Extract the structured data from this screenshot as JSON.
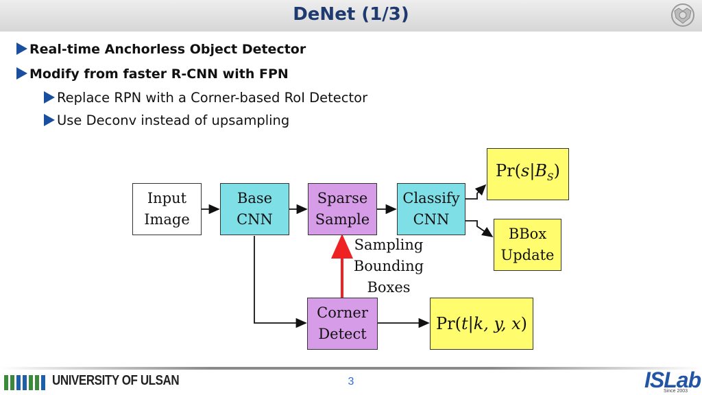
{
  "slide": {
    "title": "DeNet (1/3)",
    "page_number": "3"
  },
  "bullets": [
    {
      "text": "Real-time Anchorless Object Detector",
      "level": 1
    },
    {
      "text": "Modify from faster R-CNN with FPN",
      "level": 1
    },
    {
      "text": "Replace RPN with a Corner-based RoI Detector",
      "level": 2
    },
    {
      "text": "Use Deconv instead of upsampling",
      "level": 2
    }
  ],
  "diagram": {
    "input": {
      "line1": "Input",
      "line2": "Image"
    },
    "base": {
      "line1": "Base",
      "line2": "CNN"
    },
    "sparse": {
      "line1": "Sparse",
      "line2": "Sample"
    },
    "classify": {
      "line1": "Classify",
      "line2": "CNN"
    },
    "bbox": {
      "line1": "BBox",
      "line2": "Update"
    },
    "corner": {
      "line1": "Corner",
      "line2": "Detect"
    },
    "sampling_note": {
      "line1": "Sampling",
      "line2": "Bounding",
      "line3": "Boxes"
    },
    "formula_top": {
      "func": "Pr",
      "open": "(",
      "var1": "s",
      "bar": "|",
      "var2": "B",
      "sub": "S",
      "close": ")"
    },
    "formula_bottom": {
      "func": "Pr",
      "open": "(",
      "var1": "t",
      "bar": "|",
      "rest": "k, y, x",
      "close": ")"
    }
  },
  "colors": {
    "title": "#1e3a6e",
    "bullet_marker": "#1a4fa0",
    "box_cyan": "#7fdfe6",
    "box_purple": "#d79ce8",
    "box_yellow": "#fffd6d",
    "arrow_red": "#ee2222",
    "page_number": "#2f6bd6",
    "logo_blue": "#2255a4"
  },
  "footer": {
    "university": "UNIVERSITY OF ULSAN",
    "lab_logo": "ISLab",
    "lab_logo_sub": "Since 2003"
  }
}
